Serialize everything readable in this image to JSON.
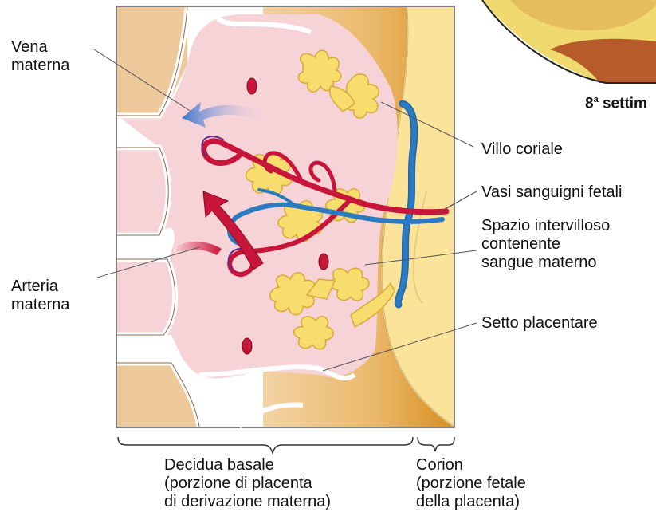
{
  "labels": {
    "vena_materna": "Vena\nmaterna",
    "arteria_materna": "Arteria\nmaterna",
    "settimana_number": "8",
    "settimana_sup": "a",
    "settimana_word": " settim",
    "villo_coriale": "Villo coriale",
    "vasi_sanguigni_fetali": "Vasi sanguigni fetali",
    "spazio_intervilloso": "Spazio intervilloso\ncontenente\nsangue materno",
    "setto_placentare": "Setto placentare",
    "decidua_basale": "Decidua basale\n(porzione di placenta\ndi derivazione materna)",
    "corion": "Corion\n(porzione fetale\ndella placenta)"
  },
  "colors": {
    "decidua_pink": "#f6d3d6",
    "decidua_tan": "#efc98f",
    "decidua_orange": "#e49f3b",
    "chorion_yellow": "#fbe39a",
    "villus_yellow": "#f7dc6e",
    "artery_red": "#c8163a",
    "vein_blue": "#2c7bc0",
    "arrow_blue": "#4f86d4"
  }
}
